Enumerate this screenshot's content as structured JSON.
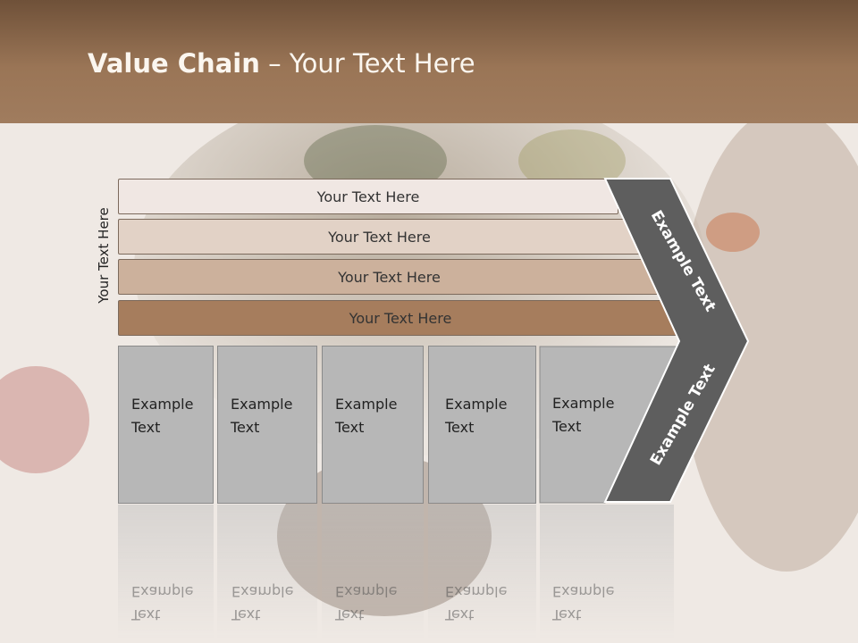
{
  "slide": {
    "title_bold": "Value Chain",
    "title_rest": " – Your Text Here",
    "side_label": "Your Text Here"
  },
  "rows": [
    {
      "label": "Your Text Here",
      "color": "#f0e7e3"
    },
    {
      "label": "Your Text Here",
      "color": "#e2d2c6"
    },
    {
      "label": "Your Text Here",
      "color": "#ccb19c"
    },
    {
      "label": "Your Text Here",
      "color": "#a67d5d"
    }
  ],
  "cells": [
    {
      "line1": "Example",
      "line2": "Text"
    },
    {
      "line1": "Example",
      "line2": "Text"
    },
    {
      "line1": "Example",
      "line2": "Text"
    },
    {
      "line1": "Example",
      "line2": "Text"
    },
    {
      "line1": "Example",
      "line2": "Text"
    }
  ],
  "chevron": {
    "upper_text": "Example Text",
    "lower_text": "Example Text",
    "color": "#5e5e5e"
  }
}
